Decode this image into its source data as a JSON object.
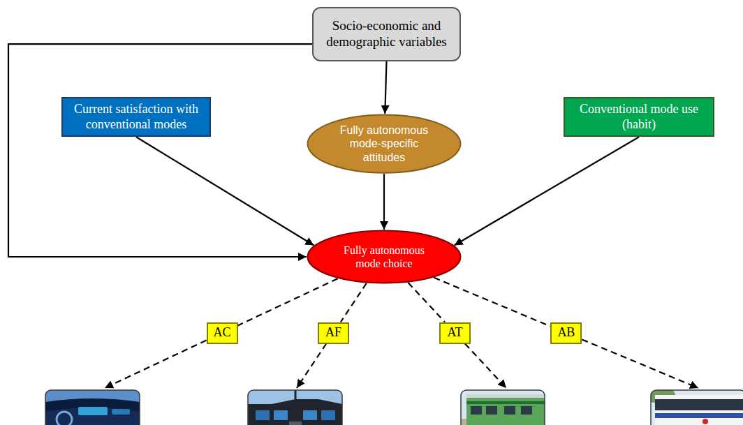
{
  "diagram": {
    "nodes": [
      {
        "text": [
          "Socio-economic and demographic variables"
        ]
      },
      {
        "text": [
          "Current satisfaction with conventional modes"
        ]
      },
      {
        "text": [
          "Fully autonomous mode-specific attitudes"
        ]
      },
      {
        "text": [
          "Conventional mode use (habit)"
        ]
      },
      {
        "text": [
          "Fully autonomous mode choice"
        ]
      },
      {
        "text": [
          "AC"
        ]
      },
      {
        "text": [
          "AF"
        ]
      },
      {
        "text": [
          "AT"
        ]
      },
      {
        "text": [
          "AB"
        ]
      }
    ],
    "edges": [
      {
        "from": 0,
        "to": 4,
        "arrow": "to"
      },
      {
        "from": 0,
        "to": 2,
        "arrow": "to"
      },
      {
        "from": 1,
        "to": 4,
        "arrow": "to"
      },
      {
        "from": 2,
        "to": 4,
        "arrow": "to"
      },
      {
        "from": 3,
        "to": 4,
        "arrow": "to"
      },
      {
        "from": 4,
        "to": 5,
        "arrow": "none"
      },
      {
        "from": 4,
        "to": 6,
        "arrow": "none"
      },
      {
        "from": 4,
        "to": 7,
        "arrow": "none"
      },
      {
        "from": 4,
        "to": 8,
        "arrow": "none"
      }
    ]
  }
}
